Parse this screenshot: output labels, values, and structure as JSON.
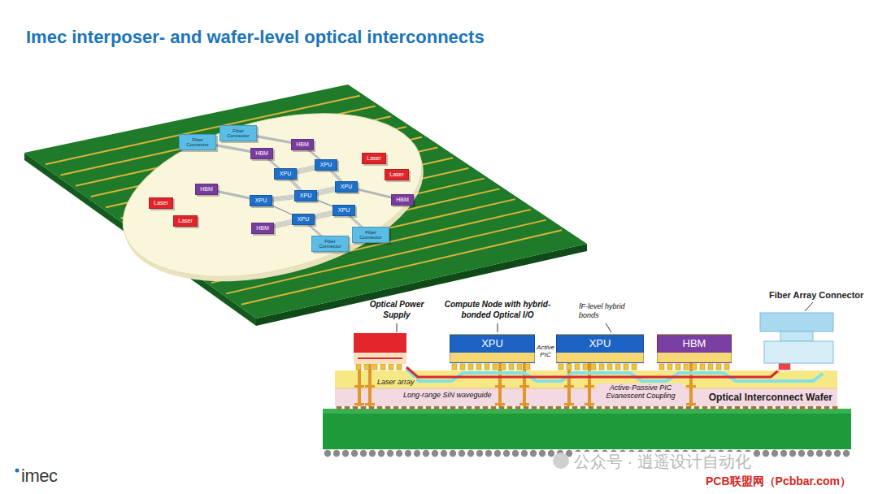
{
  "diagram": {
    "title": "Imec interposer- and wafer-level optical interconnects",
    "nodes": [
      {
        "text": [
          "Fiber Connector"
        ]
      },
      {
        "text": [
          "Fiber Connector"
        ]
      },
      {
        "text": [
          "HBM"
        ]
      },
      {
        "text": [
          "HBM"
        ]
      },
      {
        "text": [
          "HBM"
        ]
      },
      {
        "text": [
          "Laser"
        ]
      },
      {
        "text": [
          "Laser"
        ]
      },
      {
        "text": [
          "XPU"
        ]
      },
      {
        "text": [
          "XPU"
        ]
      },
      {
        "text": [
          "Laser"
        ]
      },
      {
        "text": [
          "Laser"
        ]
      },
      {
        "text": [
          "XPU"
        ]
      },
      {
        "text": [
          "XPU"
        ]
      },
      {
        "text": [
          "XPU"
        ]
      },
      {
        "text": [
          "XPU"
        ]
      },
      {
        "text": [
          "XPU"
        ]
      },
      {
        "text": [
          "HBM"
        ]
      },
      {
        "text": [
          "HBM"
        ]
      },
      {
        "text": [
          "Fiber Connector"
        ]
      },
      {
        "text": [
          "Fiber Connector"
        ]
      },
      {
        "text": [
          "XPU"
        ]
      },
      {
        "text": [
          "XPU"
        ]
      },
      {
        "text": [
          "HBM"
        ]
      },
      {
        "text": [
          "Optical Interconnect Wafer"
        ]
      }
    ],
    "labels": [
      "Optical Power Supply",
      "Compute Node with hybrid-bonded Optical I/O",
      "Active PIC",
      "fF-level hybrid bonds",
      "Laser array",
      "Long-range SiN waveguide",
      "Active-Passive PIC Evanescent Coupling",
      "Fiber Array Connector",
      "imec",
      "公众号 · 逍遥设计自动化",
      "PCB联盟网（Pcbbar.com）"
    ]
  }
}
